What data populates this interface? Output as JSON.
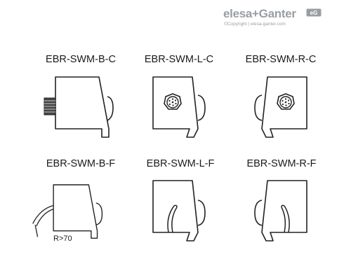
{
  "brand": {
    "name": "elesa+Ganter",
    "copyright": "©Copyright | elesa-ganter.com",
    "badge_icon": "eg-logo-icon"
  },
  "variants": [
    {
      "label": "EBR-SWM-B-C",
      "connector": "side-threaded-plug"
    },
    {
      "label": "EBR-SWM-L-C",
      "connector": "front-socket-left"
    },
    {
      "label": "EBR-SWM-R-C",
      "connector": "front-socket-right"
    },
    {
      "label": "EBR-SWM-B-F",
      "connector": "side-cable"
    },
    {
      "label": "EBR-SWM-L-F",
      "connector": "bottom-cable-left"
    },
    {
      "label": "EBR-SWM-R-F",
      "connector": "bottom-cable-right"
    }
  ],
  "annotations": {
    "bend_radius": "R>70"
  },
  "colors": {
    "line": "#222222",
    "brand_gray": "#9a9ea3"
  }
}
